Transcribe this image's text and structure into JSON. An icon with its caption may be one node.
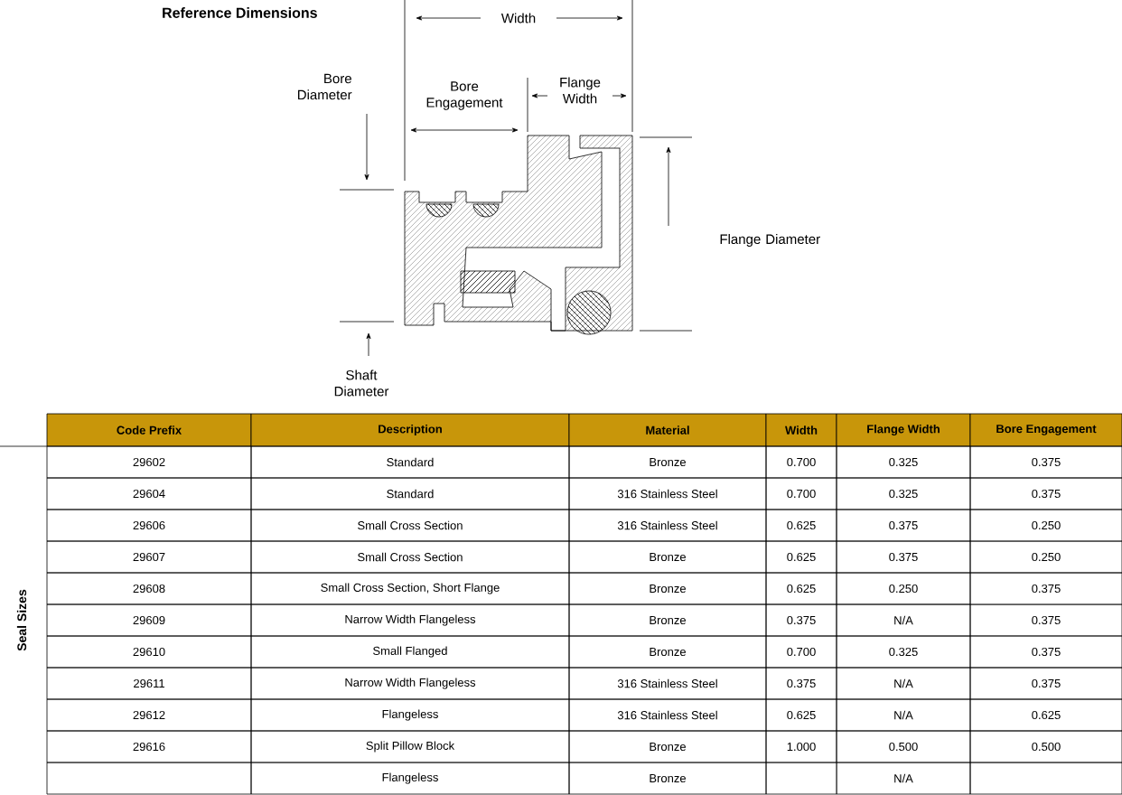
{
  "diagram": {
    "title": "Reference Dimensions",
    "labels": [
      "Width",
      "Bore Diameter",
      "Bore Engagement",
      "Flange Width",
      "Flange Diameter",
      "Shaft Diameter",
      "Code Prefix",
      "Description",
      "Material",
      "Width",
      "Flange Width",
      "Bore Engagement",
      "Seal Sizes",
      "29602",
      "Standard",
      "Bronze",
      "0.700",
      "0.325",
      "0.375",
      "29604",
      "Standard",
      "316 Stainless Steel",
      "0.700",
      "0.325",
      "0.375",
      "29606",
      "Small Cross Section",
      "316 Stainless Steel",
      "0.625",
      "0.375",
      "0.250",
      "29607",
      "Small Cross Section",
      "Bronze",
      "0.625",
      "0.375",
      "0.250",
      "29608",
      "Small Cross Section, Short Flange",
      "Bronze",
      "0.625",
      "0.250",
      "0.375",
      "29609",
      "Narrow Width Flangeless",
      "Bronze",
      "0.375",
      "N/A",
      "0.375",
      "29610",
      "Small Flanged",
      "Bronze",
      "0.700",
      "0.325",
      "0.375",
      "29611",
      "Narrow Width Flangeless",
      "316 Stainless Steel",
      "0.375",
      "N/A",
      "0.375",
      "29612",
      "Flangeless",
      "316 Stainless Steel",
      "0.625",
      "N/A",
      "0.625",
      "29616",
      "Split Pillow Block",
      "Bronze",
      "1.000",
      "0.500",
      "0.500",
      "Flangeless",
      "Bronze",
      "N/A"
    ]
  }
}
